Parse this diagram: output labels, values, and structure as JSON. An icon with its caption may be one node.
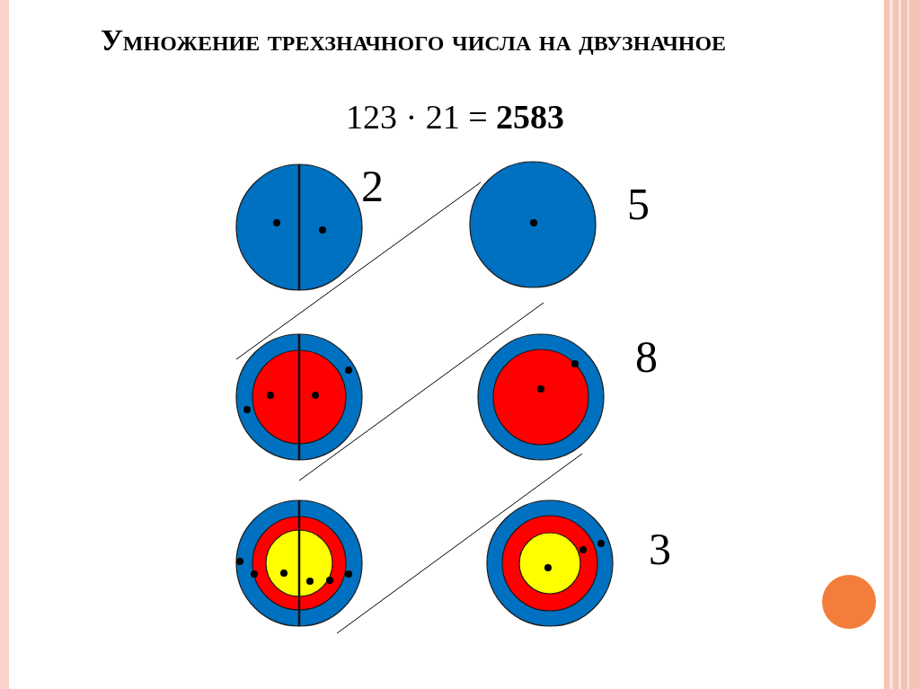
{
  "diagram": {
    "title": "Умножение трехзначного числа на двузначное",
    "labels": [
      "123 · 21 = **2583**",
      "2",
      "5",
      "8",
      "3"
    ]
  }
}
